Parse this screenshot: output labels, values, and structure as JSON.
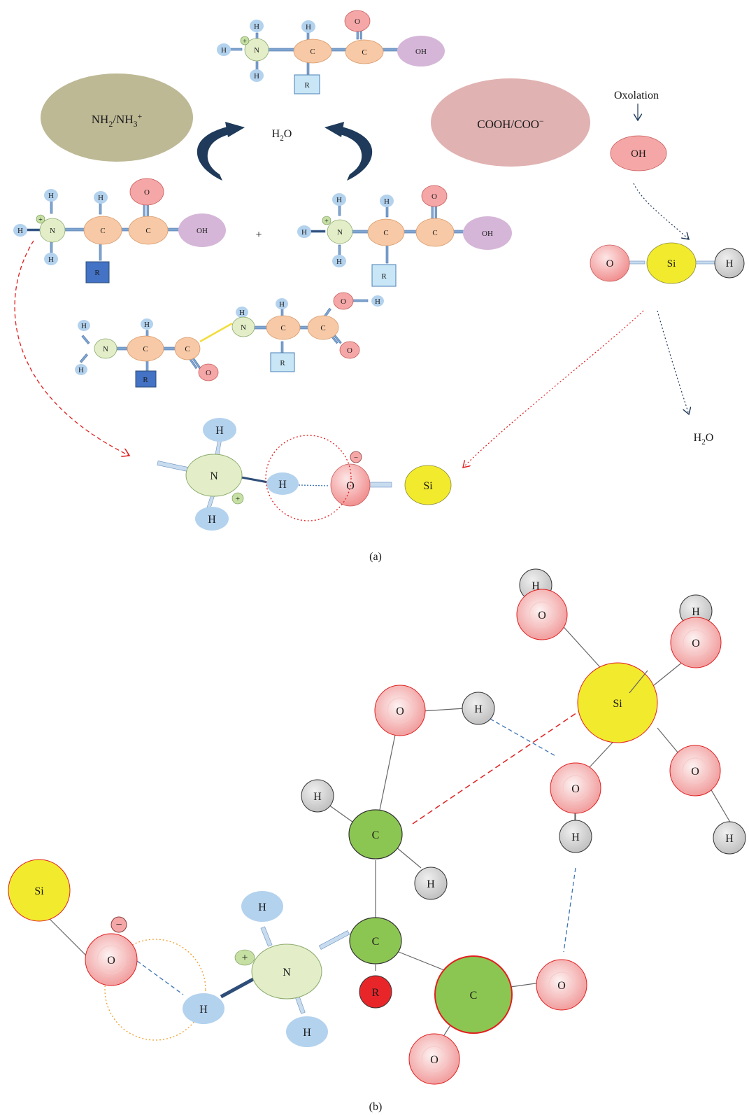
{
  "panel_a": {
    "caption": "(a)",
    "amine_group": "NH2/NH3+",
    "carboxyl_group": "COOH/COO−",
    "water": "H2O",
    "plus": "+",
    "oxolation": "Oxolation",
    "water_product": "H2O",
    "charge_pos": "+",
    "charge_neg": "−",
    "atoms": {
      "N": "N",
      "C": "C",
      "O": "O",
      "H": "H",
      "OH": "OH",
      "R": "R",
      "Si": "Si"
    }
  },
  "panel_b": {
    "caption": "(b)",
    "charge_pos": "+",
    "charge_neg": "−",
    "atoms": {
      "N": "N",
      "C": "C",
      "O": "O",
      "H": "H",
      "R": "R",
      "Si": "Si"
    }
  },
  "colors": {
    "amine_ellipse": "#bdb995",
    "carboxyl_ellipse": "#e1b2b2",
    "nitrogen": "#e3eec9",
    "carbon": "#f7c9a6",
    "oxygen": "#f5a7a7",
    "hydroxyl": "#d5b6d8",
    "hydrogen": "#b3d2ee",
    "r_dark": "#4472c4",
    "r_light": "#c8e6f6",
    "silicon": "#f2ea2c",
    "carbon_b": "#8cc652",
    "r_red": "#e8262a",
    "arrow_navy": "#1f3a5a",
    "red_dashed": "#e02020",
    "blue_dashed": "#3d74b5"
  }
}
